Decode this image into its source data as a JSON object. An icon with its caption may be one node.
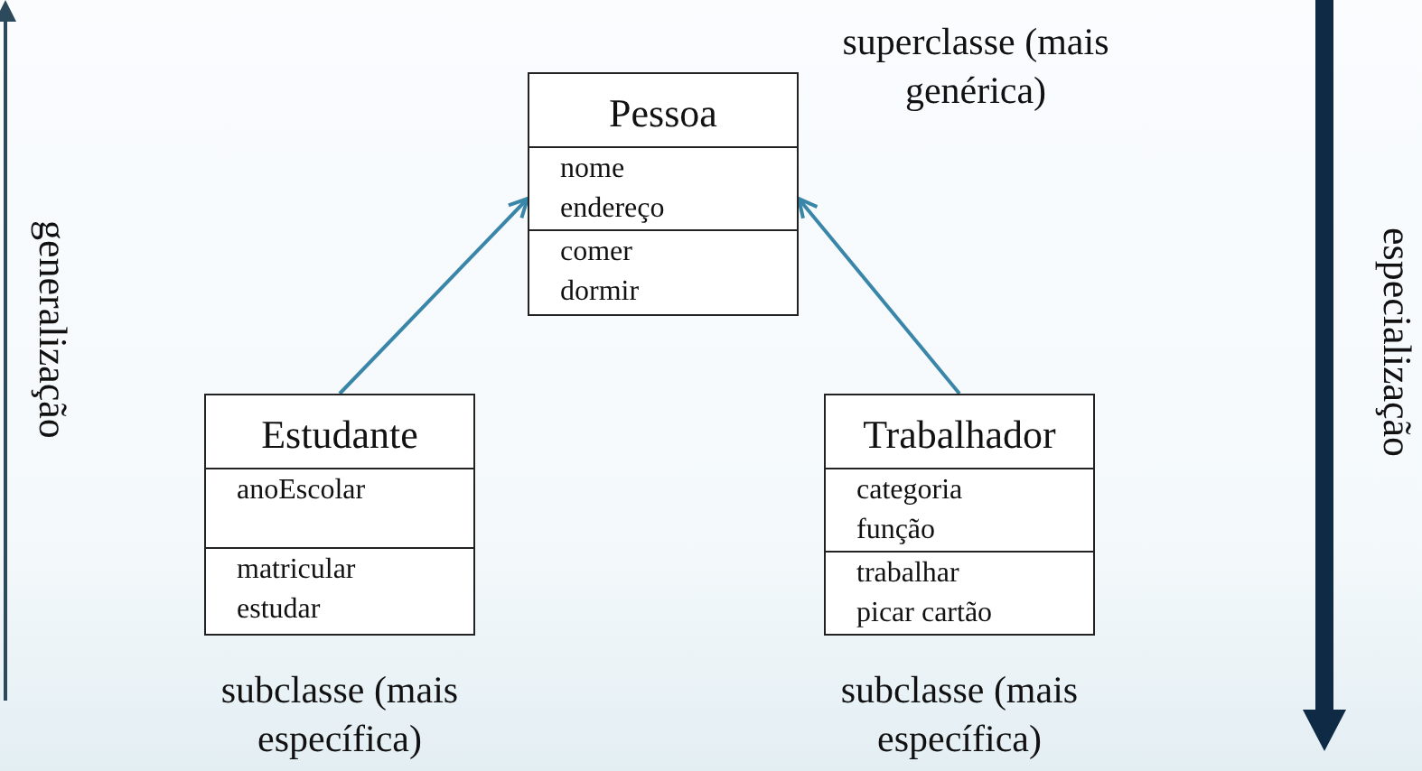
{
  "diagram": {
    "nodes": [
      {
        "text": [
          "Pessoa",
          "nome",
          "endereço",
          "comer",
          "dormir"
        ],
        "beside": [
          "superclasse (mais genérica)"
        ]
      },
      {
        "text": [
          "Estudante",
          "anoEscolar",
          "matricular",
          "estudar"
        ],
        "beside": [
          "subclasse (mais específica)"
        ]
      },
      {
        "text": [
          "Trabalhador",
          "categoria",
          "função",
          "trabalhar",
          "picar cartão"
        ],
        "beside": [
          "subclasse (mais específica)"
        ]
      }
    ],
    "edges": [
      {
        "from": 1,
        "to": 0,
        "arrow": "to"
      },
      {
        "from": 2,
        "to": 0,
        "arrow": "to"
      }
    ],
    "labels": [
      "generalização",
      "especialização"
    ]
  }
}
